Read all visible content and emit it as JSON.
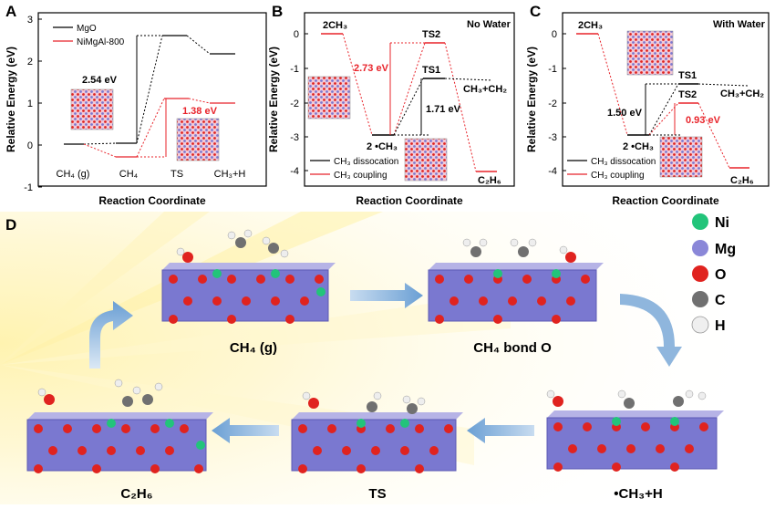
{
  "panels": {
    "A": {
      "letter": "A",
      "ylabel": "Relative Energy (eV)",
      "xlabel": "Reaction Coordinate",
      "yticks": [
        "-1",
        "0",
        "1",
        "2",
        "3"
      ],
      "xticks": [
        "CH₄ (g)",
        "CH₄",
        "TS",
        "CH₃+H"
      ],
      "legend": [
        "MgO",
        "NiMgAl-800"
      ],
      "ann_black": "2.54 eV",
      "ann_red": "1.38 eV"
    },
    "B": {
      "letter": "B",
      "title": "No Water",
      "ylabel": "Relative Energy (eV)",
      "xlabel": "Reaction Coordinate",
      "yticks": [
        "0",
        "-1",
        "-2",
        "-3",
        "-4"
      ],
      "labels": {
        "start": "2CH₃",
        "ts2": "TS2",
        "ts1": "TS1",
        "ch3ch2": "CH₃+CH₂",
        "mid": "2 •CH₃",
        "c2h6": "C₂H₆"
      },
      "ann_red": "2.73 eV",
      "ann_black": "1.71 eV",
      "legend": [
        "CH₃ dissocation",
        "CH₃ coupling"
      ]
    },
    "C": {
      "letter": "C",
      "title": "With Water",
      "ylabel": "Relative Energy (eV)",
      "xlabel": "Reaction Coordinate",
      "yticks": [
        "0",
        "-1",
        "-2",
        "-3",
        "-4"
      ],
      "labels": {
        "start": "2CH₃",
        "ts1": "TS1",
        "ts2": "TS2",
        "ch3ch2": "CH₃+CH₂",
        "mid": "2 •CH₃",
        "c2h6": "C₂H₆"
      },
      "ann_black": "1.50 eV",
      "ann_red": "0.93 eV",
      "legend": [
        "CH₃ dissocation",
        "CH₃ coupling"
      ]
    },
    "D": {
      "letter": "D",
      "stages": [
        "CH₄ (g)",
        "CH₄ bond O",
        "•CH₃+H",
        "TS",
        "C₂H₆"
      ],
      "legend": [
        {
          "symbol": "Ni",
          "color": "#22c47a"
        },
        {
          "symbol": "Mg",
          "color": "#8a87d8"
        },
        {
          "symbol": "O",
          "color": "#e0231f"
        },
        {
          "symbol": "C",
          "color": "#707070"
        },
        {
          "symbol": "H",
          "color": "#efefef"
        }
      ]
    }
  },
  "chart_data": [
    {
      "type": "line",
      "ylabel": "Relative Energy (eV)",
      "xlabel": "Reaction Coordinate",
      "categories": [
        "CH4 (g)",
        "CH4",
        "TS",
        "CH3+H"
      ],
      "ylim": [
        -1,
        3
      ],
      "series": [
        {
          "name": "MgO",
          "values": [
            0,
            0.03,
            2.57,
            2.15
          ]
        },
        {
          "name": "NiMgAl-800",
          "values": [
            0,
            -0.3,
            1.08,
            0.98
          ]
        }
      ]
    },
    {
      "type": "line",
      "title": "No Water",
      "ylabel": "Relative Energy (eV)",
      "xlabel": "Reaction Coordinate",
      "ylim": [
        -4.5,
        0.4
      ],
      "series": [
        {
          "name": "CH3 dissocation",
          "points": [
            [
              "2CH3",
              0
            ],
            [
              "2 •CH3",
              -2.95
            ],
            [
              "TS1",
              -1.28
            ],
            [
              "CH3+CH2",
              -1.35
            ]
          ]
        },
        {
          "name": "CH3 coupling",
          "points": [
            [
              "2CH3",
              0
            ],
            [
              "2 •CH3",
              -2.95
            ],
            [
              "TS2",
              -0.25
            ],
            [
              "C2H6",
              -4.03
            ]
          ]
        }
      ]
    },
    {
      "type": "line",
      "title": "With Water",
      "ylabel": "Relative Energy (eV)",
      "xlabel": "Reaction Coordinate",
      "ylim": [
        -4.5,
        0.4
      ],
      "series": [
        {
          "name": "CH3 dissocation",
          "points": [
            [
              "2CH3",
              0
            ],
            [
              "2 •CH3",
              -2.95
            ],
            [
              "TS1",
              -1.45
            ],
            [
              "CH3+CH2",
              -1.52
            ]
          ]
        },
        {
          "name": "CH3 coupling",
          "points": [
            [
              "2CH3",
              0
            ],
            [
              "2 •CH3",
              -2.95
            ],
            [
              "TS2",
              -2.02
            ],
            [
              "C2H6",
              -3.93
            ]
          ]
        }
      ]
    }
  ]
}
